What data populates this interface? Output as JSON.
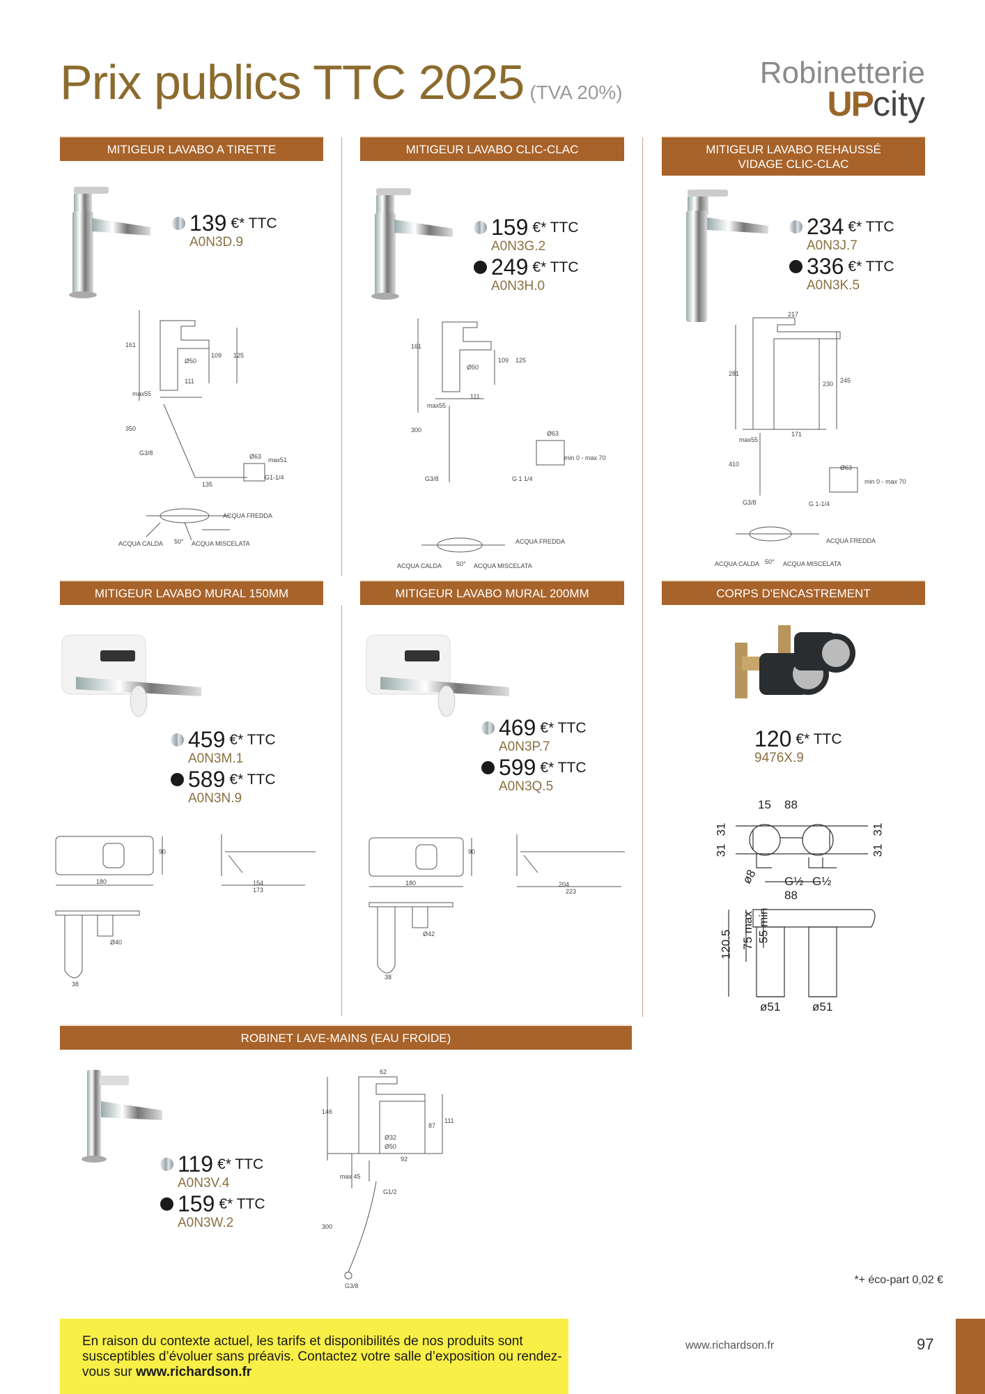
{
  "header": {
    "title": "Prix publics TTC 2025",
    "tva": "(TVA 20%)",
    "category": "Robinetterie",
    "brand_up": "UP",
    "brand_city": "city"
  },
  "colors": {
    "accent": "#a8632a",
    "title": "#8b6b2e",
    "code": "#8a7040",
    "note_bg": "#f8ef47"
  },
  "finishes": {
    "chrome": "chrome-swatch",
    "black": "black-swatch"
  },
  "products": [
    {
      "name": "MITIGEUR LAVABO A TIRETTE",
      "prices": [
        {
          "finish": "chrome",
          "amount": "139",
          "unit": "€* TTC",
          "code": "A0N3D.9"
        }
      ],
      "dims": [
        "161",
        "109",
        "125",
        "Ø50",
        "111",
        "max55",
        "350",
        "Ø63",
        "G3/8",
        "135",
        "max51",
        "G1-1/4",
        "ACQUA FREDDA",
        "ACQUA CALDA",
        "ACQUA MISCELATA",
        "50°"
      ]
    },
    {
      "name": "MITIGEUR LAVABO CLIC-CLAC",
      "prices": [
        {
          "finish": "chrome",
          "amount": "159",
          "unit": "€* TTC",
          "code": "A0N3G.2"
        },
        {
          "finish": "black",
          "amount": "249",
          "unit": "€* TTC",
          "code": "A0N3H.0"
        }
      ],
      "dims": [
        "161",
        "109",
        "125",
        "Ø50",
        "111",
        "max55",
        "300",
        "Ø63",
        "G3/8",
        "G 1 1/4",
        "min 0 - max 70",
        "ACQUA FREDDA",
        "ACQUA CALDA",
        "ACQUA MISCELATA",
        "50°"
      ]
    },
    {
      "name": "MITIGEUR LAVABO REHAUSSÉ VIDAGE CLIC-CLAC",
      "prices": [
        {
          "finish": "chrome",
          "amount": "234",
          "unit": "€* TTC",
          "code": "A0N3J.7"
        },
        {
          "finish": "black",
          "amount": "336",
          "unit": "€* TTC",
          "code": "A0N3K.5"
        }
      ],
      "dims": [
        "217",
        "281",
        "230",
        "245",
        "171",
        "max55",
        "410",
        "Ø63",
        "G3/8",
        "G 1-1/4",
        "min 0 - max 70",
        "ACQUA FREDDA",
        "ACQUA CALDA",
        "ACQUA MISCELATA",
        "50°"
      ]
    },
    {
      "name": "MITIGEUR LAVABO MURAL 150MM",
      "prices": [
        {
          "finish": "chrome",
          "amount": "459",
          "unit": "€* TTC",
          "code": "A0N3M.1"
        },
        {
          "finish": "black",
          "amount": "589",
          "unit": "€* TTC",
          "code": "A0N3N.9"
        }
      ],
      "dims": [
        "180",
        "90",
        "154",
        "173",
        "Ø40",
        "38"
      ]
    },
    {
      "name": "MITIGEUR LAVABO MURAL 200MM",
      "prices": [
        {
          "finish": "chrome",
          "amount": "469",
          "unit": "€* TTC",
          "code": "A0N3P.7"
        },
        {
          "finish": "black",
          "amount": "599",
          "unit": "€* TTC",
          "code": "A0N3Q.5"
        }
      ],
      "dims": [
        "180",
        "90",
        "204",
        "223",
        "Ø42",
        "38"
      ]
    },
    {
      "name": "CORPS D'ENCASTREMENT",
      "prices": [
        {
          "finish": "none",
          "amount": "120",
          "unit": "€* TTC",
          "code": "9476X.9"
        }
      ],
      "dims": [
        "15",
        "88",
        "31",
        "31",
        "31",
        "31",
        "ø8",
        "G½",
        "G½",
        "88",
        "120.5",
        "75 max",
        "55 min",
        "ø51",
        "ø51"
      ]
    },
    {
      "name": "ROBINET LAVE-MAINS (EAU FROIDE)",
      "prices": [
        {
          "finish": "chrome",
          "amount": "119",
          "unit": "€* TTC",
          "code": "A0N3V.4"
        },
        {
          "finish": "black",
          "amount": "159",
          "unit": "€* TTC",
          "code": "A0N3W.2"
        }
      ],
      "dims": [
        "62",
        "146",
        "Ø32",
        "Ø50",
        "87",
        "111",
        "92",
        "max 45",
        "G1/2",
        "300",
        "G3/8"
      ]
    }
  ],
  "footer": {
    "eco_part": "*+ éco-part 0,02 €",
    "notice": "En raison du contexte actuel, les tarifs et disponibilités de nos produits sont susceptibles d’évoluer sans préavis. Contactez votre salle d’exposition ou rendez-vous sur",
    "notice_link": "www.richardson.fr",
    "website": "www.richardson.fr",
    "page_number": "97"
  }
}
